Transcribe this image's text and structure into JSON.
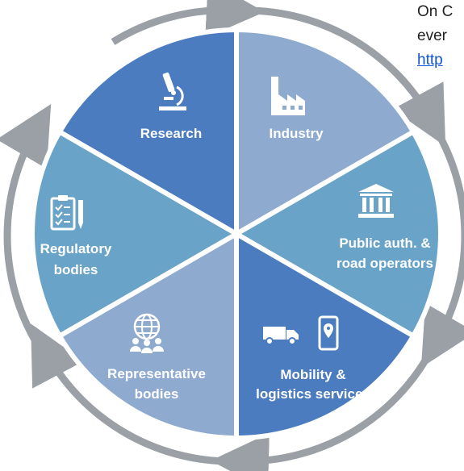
{
  "side_text": {
    "line1": "On C",
    "line2": "ever",
    "link": "http"
  },
  "segments": [
    {
      "label_lines": [
        "Research"
      ],
      "icon": "microscope-icon",
      "color": "#4a7cbf"
    },
    {
      "label_lines": [
        "Industry"
      ],
      "icon": "factory-icon",
      "color": "#8eabcf"
    },
    {
      "label_lines": [
        "Public auth. &",
        "road operators"
      ],
      "icon": "government-building-icon",
      "color": "#6aa3c8"
    },
    {
      "label_lines": [
        "Mobility &",
        "logistics services"
      ],
      "icon": "truck-and-phone-location-icon",
      "color": "#4a7cbf"
    },
    {
      "label_lines": [
        "Representative",
        "bodies"
      ],
      "icon": "globe-people-icon",
      "color": "#8eabcf"
    },
    {
      "label_lines": [
        "Regulatory",
        "bodies"
      ],
      "icon": "clipboard-pencil-icon",
      "color": "#6aa3c8"
    }
  ],
  "colors": {
    "ring": "#9aa0a6",
    "divider": "#ffffff"
  }
}
